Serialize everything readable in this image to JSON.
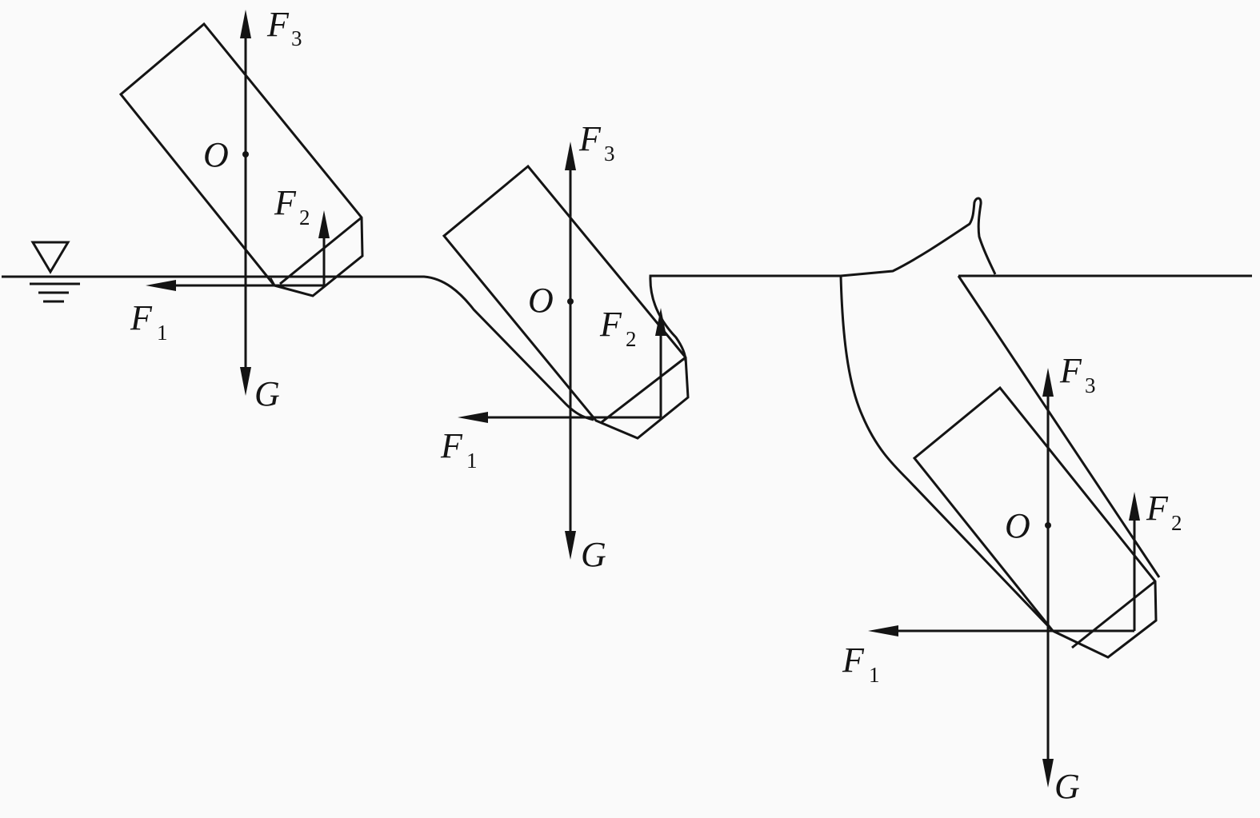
{
  "diagram": {
    "type": "force diagram of an inclined block entering water (three stages)",
    "colors": {
      "line": "#141414",
      "background": "#fafafa"
    },
    "water_symbol": "water-level-triangle-icon",
    "stages": [
      {
        "name": "stage-1",
        "labels": {
          "F3": "F",
          "F3_sub": "3",
          "O": "O",
          "F2": "F",
          "F2_sub": "2",
          "F1": "F",
          "F1_sub": "1",
          "G": "G"
        }
      },
      {
        "name": "stage-2",
        "labels": {
          "F3": "F",
          "F3_sub": "3",
          "O": "O",
          "F2": "F",
          "F2_sub": "2",
          "F1": "F",
          "F1_sub": "1",
          "G": "G"
        }
      },
      {
        "name": "stage-3",
        "labels": {
          "F3": "F",
          "F3_sub": "3",
          "O": "O",
          "F2": "F",
          "F2_sub": "2",
          "F1": "F",
          "F1_sub": "1",
          "G": "G"
        }
      }
    ]
  }
}
